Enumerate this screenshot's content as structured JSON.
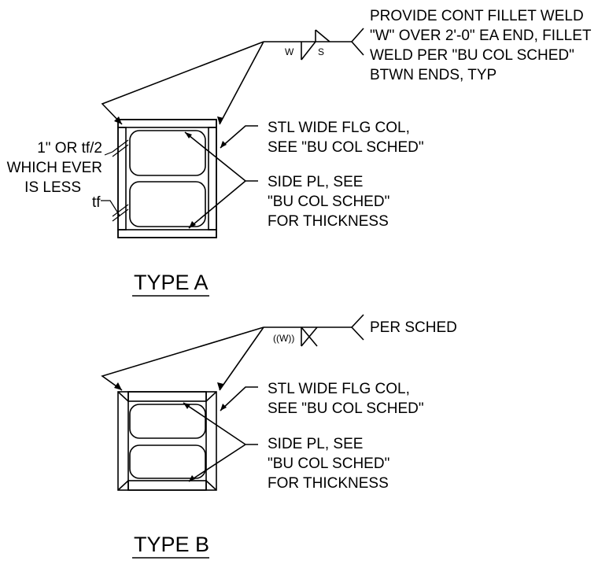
{
  "type_a": {
    "title": "TYPE A",
    "weld_note": [
      "PROVIDE CONT FILLET WELD",
      "\"W\" OVER 2'-0\" EA END, FILLET",
      "WELD PER \"BU COL SCHED\"",
      "BTWN ENDS, TYP"
    ],
    "weld_symbol_w": "W",
    "weld_symbol_s": "S",
    "wf_note": [
      "STL WIDE FLG COL,",
      "SEE \"BU COL SCHED\""
    ],
    "pl_note": [
      "SIDE PL, SEE",
      "\"BU COL SCHED\"",
      "FOR THICKNESS"
    ],
    "dim_note": [
      "1\" OR tf/2",
      "WHICH EVER",
      "IS LESS"
    ],
    "tf_label": "tf"
  },
  "type_b": {
    "title": "TYPE B",
    "weld_note": [
      "PER SCHED"
    ],
    "weld_symbol_w": "((W))",
    "wf_note": [
      "STL WIDE FLG COL,",
      "SEE \"BU COL SCHED\""
    ],
    "pl_note": [
      "SIDE PL, SEE",
      "\"BU COL SCHED\"",
      "FOR THICKNESS"
    ]
  }
}
